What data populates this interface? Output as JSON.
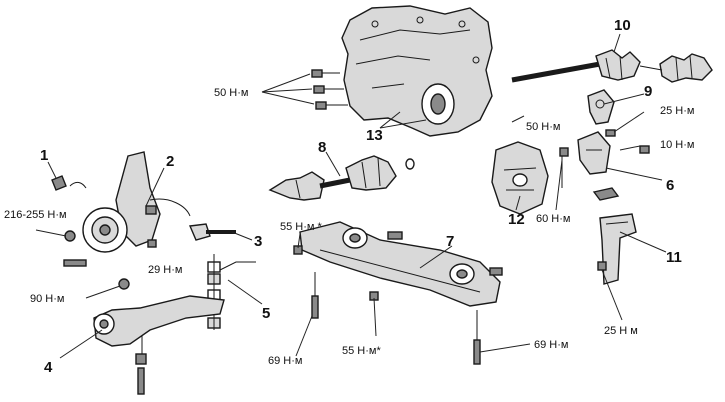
{
  "callouts": [
    "1",
    "2",
    "3",
    "4",
    "5",
    "6",
    "7",
    "8",
    "9",
    "10",
    "11",
    "12",
    "13"
  ],
  "torques": {
    "t_216_255": "216-255 Н·м",
    "t_90": "90 Н·м",
    "t_29": "29 Н·м",
    "t_50_top": "50 Н·м",
    "t_50_mid": "50 Н·м",
    "t_55_top": "55 Н·м *",
    "t_55_bot": "55 Н·м*",
    "t_69_left": "69 Н·м",
    "t_69_right": "69 Н·м",
    "t_60": "60 Н·м",
    "t_25_top": "25 Н·м",
    "t_25_bot": "25 Н м",
    "t_10": "10 Н·м"
  }
}
